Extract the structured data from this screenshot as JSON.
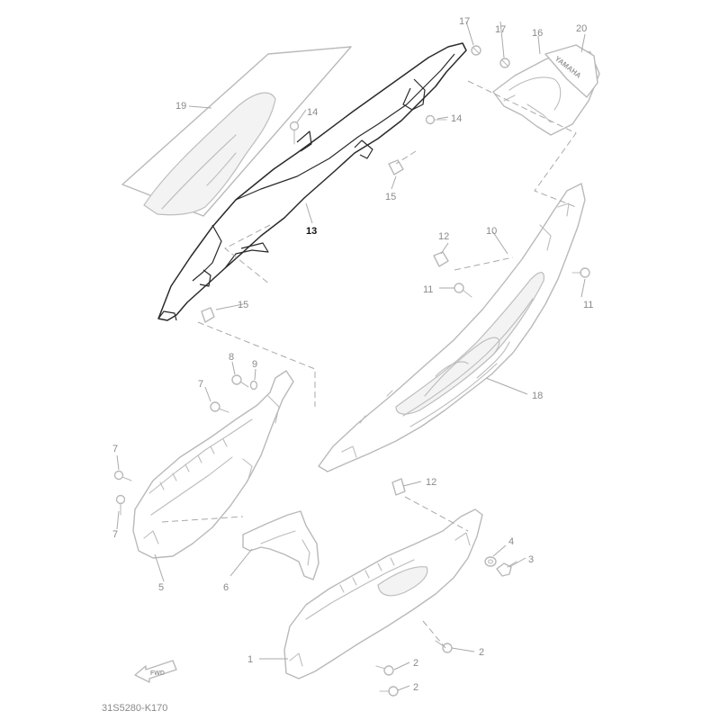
{
  "drawing": {
    "code": "31S5280-K170",
    "fwd_label": "FWD",
    "emblem_text": "YAMAHA",
    "highlighted_part": "13"
  },
  "callouts": {
    "c1": "1",
    "c2a": "2",
    "c2b": "2",
    "c2c": "2",
    "c3": "3",
    "c4": "4",
    "c5": "5",
    "c6": "6",
    "c7a": "7",
    "c7b": "7",
    "c7c": "7",
    "c8": "8",
    "c9": "9",
    "c10": "10",
    "c11a": "11",
    "c11b": "11",
    "c12a": "12",
    "c12b": "12",
    "c13": "13",
    "c14a": "14",
    "c14b": "14",
    "c15a": "15",
    "c15b": "15",
    "c16": "16",
    "c17a": "17",
    "c17b": "17",
    "c18": "18",
    "c19": "19",
    "c20": "20"
  },
  "colors": {
    "highlight": "#2a2a2a",
    "part_outline": "#b9b9b9",
    "callout_text": "#8a8a8a"
  }
}
